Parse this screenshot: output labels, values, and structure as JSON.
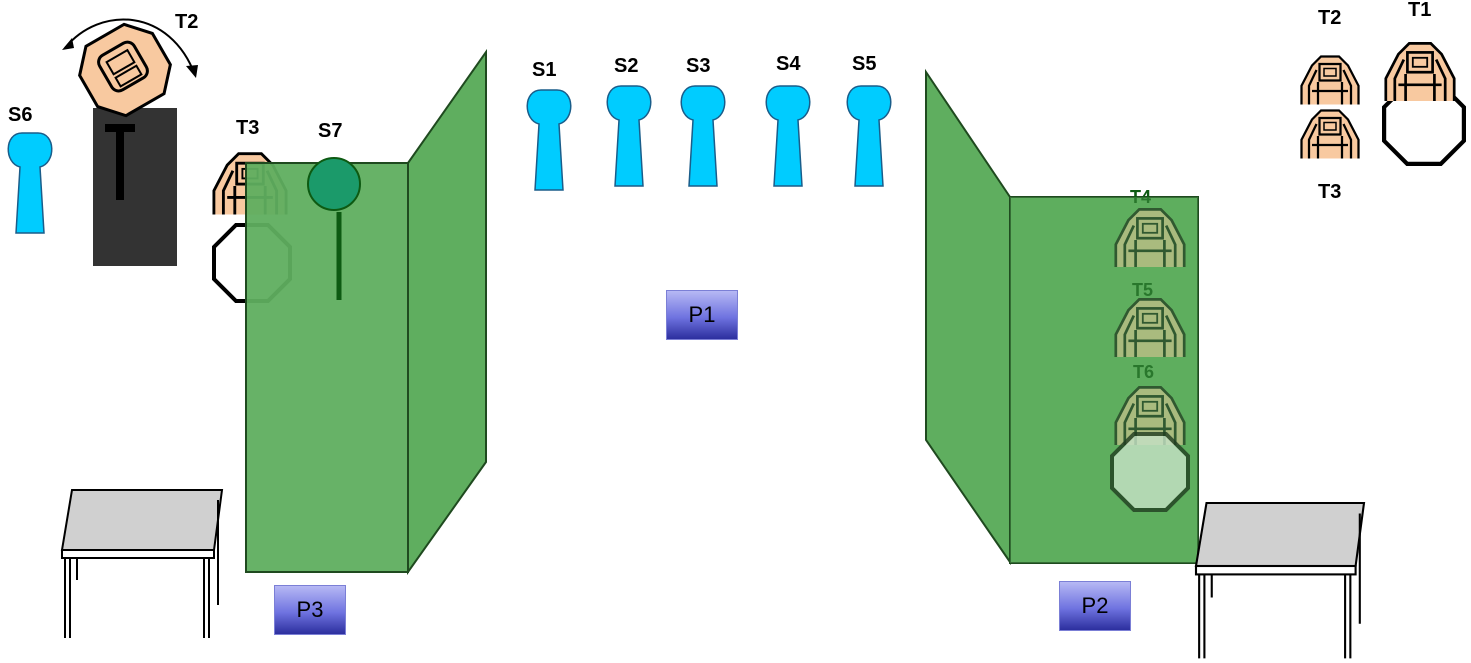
{
  "labels": {
    "s1": "S1",
    "s2": "S2",
    "s3": "S3",
    "s4": "S4",
    "s5": "S5",
    "s6": "S6",
    "s7": "S7",
    "t2_rotating": "T2",
    "t3_left": "T3",
    "t1_legend": "T1",
    "t2_legend": "T2",
    "t3_legend": "T3",
    "t4": "T4",
    "t5": "T5",
    "t6": "T6"
  },
  "positions": {
    "p1": "P1",
    "p2": "P2",
    "p3": "P3"
  },
  "colors": {
    "panel": "#5fae5f",
    "panel_edge": "#1f4a1f",
    "stand": "#00ccff",
    "skin": "#f8c9a0",
    "table_top": "#d0d0d0",
    "board": "#333333",
    "position_box": "#4a4ec6"
  }
}
